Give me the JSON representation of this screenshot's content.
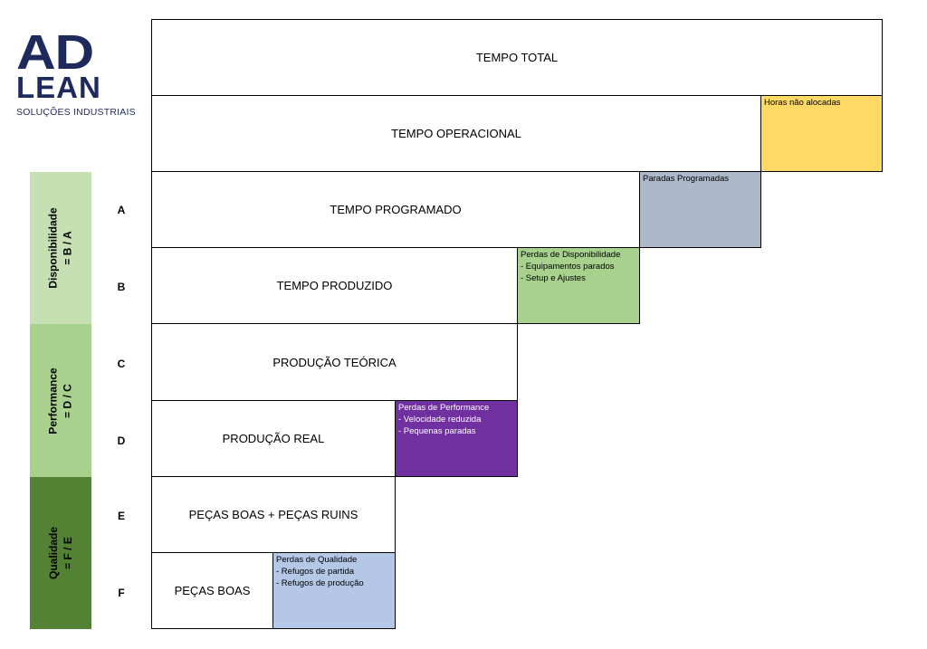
{
  "logo": {
    "mark_top": "AD",
    "mark_bottom": "LEAN",
    "tagline": "SOLUÇÕES INDUSTRIAIS"
  },
  "colors": {
    "brand": "#1f2a5c",
    "disponibilidade": "#c6e0b4",
    "performance": "#a9d18e",
    "qualidade": "#548235",
    "horas_nao_alocadas": "#ffd966",
    "paradas_programadas": "#adb9ca",
    "perdas_disponibilidade": "#a9d18e",
    "perdas_performance": "#7030a0",
    "perdas_qualidade": "#b4c7e7"
  },
  "bands": [
    {
      "name": "Disponibilidade",
      "formula": "= B / A"
    },
    {
      "name": "Performance",
      "formula": "= D / C"
    },
    {
      "name": "Qualidade",
      "formula": "= F / E"
    }
  ],
  "rows": {
    "total": {
      "title": "TEMPO TOTAL"
    },
    "operacional": {
      "title": "TEMPO OPERACIONAL"
    },
    "A": {
      "letter": "A",
      "title": "TEMPO PROGRAMADO"
    },
    "B": {
      "letter": "B",
      "title": "TEMPO PRODUZIDO"
    },
    "C": {
      "letter": "C",
      "title": "PRODUÇÃO TEÓRICA"
    },
    "D": {
      "letter": "D",
      "title": "PRODUÇÃO REAL"
    },
    "E": {
      "letter": "E",
      "title": "PEÇAS BOAS + PEÇAS RUINS"
    },
    "F": {
      "letter": "F",
      "title": "PEÇAS BOAS"
    }
  },
  "losses": {
    "horas": {
      "title": "Horas não alocadas"
    },
    "paradas": {
      "title": "Paradas Programadas"
    },
    "disponibilidade": {
      "title": "Perdas de Disponibilidade",
      "items": [
        "- Equipamentos parados",
        "- Setup e Ajustes"
      ]
    },
    "performance": {
      "title": "Perdas de Performance",
      "items": [
        "- Velocidade reduzida",
        "- Pequenas paradas"
      ]
    },
    "qualidade": {
      "title": "Perdas de Qualidade",
      "items": [
        "- Refugos de partida",
        "- Refugos de produção"
      ]
    }
  }
}
